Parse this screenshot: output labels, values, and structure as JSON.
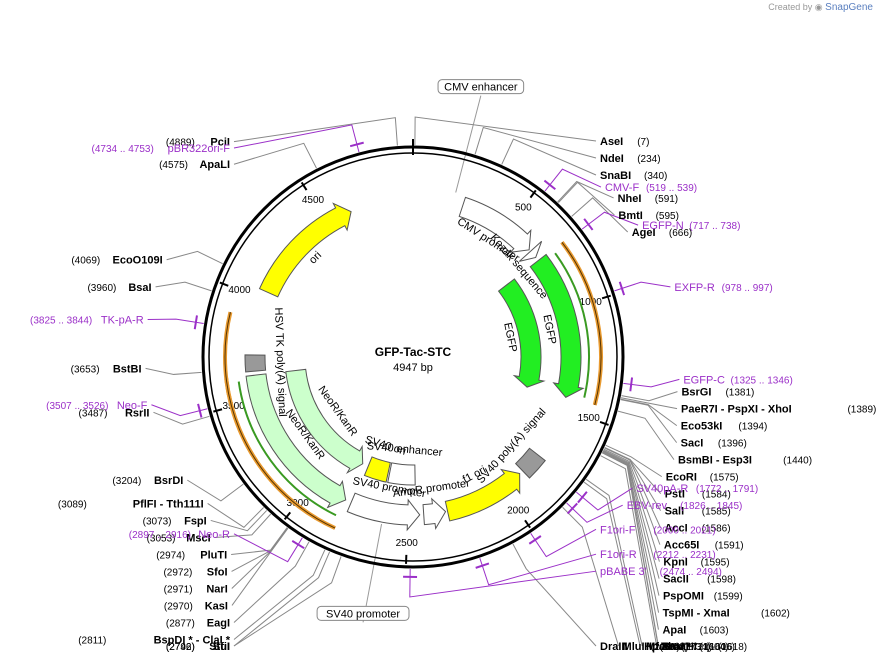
{
  "watermark": {
    "prefix": "Created by",
    "brand": "SnapGene"
  },
  "plasmid": {
    "name": "GFP-Tac-STC",
    "size_label": "4947 bp",
    "length": 4947
  },
  "ticks": [
    500,
    1000,
    1500,
    2000,
    2500,
    3000,
    3500,
    4000,
    4500
  ],
  "features": [
    {
      "id": "cmv-enhancer",
      "label": "CMV enhancer",
      "kind": "boxlabel",
      "pos": 200
    },
    {
      "id": "sv40-promoter",
      "label": "SV40 promoter",
      "kind": "boxlabel",
      "pos": 2620
    }
  ],
  "arc_features": [
    {
      "name": "CMV promoter",
      "start": 250,
      "end": 650,
      "dir": 1,
      "color": "#ffffff",
      "ring": 0
    },
    {
      "name": "Kozak sequence",
      "start": 660,
      "end": 700,
      "dir": 1,
      "color": "#ffffff",
      "ring": 0
    },
    {
      "name": "EGFP",
      "start": 720,
      "end": 1440,
      "dir": 1,
      "color": "#22ee22",
      "ring": 1
    },
    {
      "name": "EGFP",
      "start": 720,
      "end": 1440,
      "dir": 1,
      "color": "#22ee22",
      "ring": 0
    },
    {
      "name": "SV40 poly(A) signal",
      "start": 1760,
      "end": 1870,
      "dir": 0,
      "color": "#999999",
      "ring": 0
    },
    {
      "name": "f1 ori",
      "start": 1890,
      "end": 2300,
      "dir": -1,
      "color": "#ffff00",
      "ring": 0
    },
    {
      "name": "AmpR promoter",
      "start": 2310,
      "end": 2420,
      "dir": -1,
      "color": "#ffffff",
      "ring": 0
    },
    {
      "name": "SV40 promoter",
      "start": 2440,
      "end": 2790,
      "dir": -1,
      "color": "#ffffff",
      "ring": 0
    },
    {
      "name": "SV40 ori",
      "start": 2640,
      "end": 2780,
      "dir": 0,
      "color": "#ffff00",
      "ring": 1
    },
    {
      "name": "SV40 enhancer",
      "start": 2460,
      "end": 2630,
      "dir": 0,
      "color": "#ffffff",
      "ring": 1
    },
    {
      "name": "NeoR/KanR",
      "start": 2820,
      "end": 3620,
      "dir": -1,
      "color": "#ccffcc",
      "ring": 0
    },
    {
      "name": "NeoR/KanR",
      "start": 2820,
      "end": 3620,
      "dir": -1,
      "color": "#ccffcc",
      "ring": 1
    },
    {
      "name": "HSV TK poly(A) signal",
      "start": 3640,
      "end": 3720,
      "dir": 0,
      "color": "#999999",
      "ring": 0
    },
    {
      "name": "ori",
      "start": 4040,
      "end": 4630,
      "dir": 1,
      "color": "#ffff00",
      "ring": 0
    }
  ],
  "orange_arcs": [
    {
      "start": 720,
      "end": 1440
    },
    {
      "start": 2810,
      "end": 3620
    },
    {
      "start": 2900,
      "end": 3900
    }
  ],
  "green_lines": [
    {
      "start": 740,
      "end": 1420
    },
    {
      "start": 2830,
      "end": 3600
    }
  ],
  "enzymes_right": [
    {
      "name": "AseI",
      "pos_label": "(7)",
      "pos": 7
    },
    {
      "name": "NdeI",
      "pos_label": "(234)",
      "pos": 234
    },
    {
      "name": "SnaBI",
      "pos_label": "(340)",
      "pos": 340
    },
    {
      "name": "NheI",
      "pos_label": "(591)",
      "pos": 591
    },
    {
      "name": "BmtI",
      "pos_label": "(595)",
      "pos": 595
    },
    {
      "name": "AgeI",
      "pos_label": "(666)",
      "pos": 666
    },
    {
      "name": "BsrGI",
      "pos_label": "(1381)",
      "pos": 1381
    },
    {
      "name": "PaeR7I  - PspXI  - XhoI",
      "pos_label": "(1389)",
      "pos": 1389
    },
    {
      "name": "Eco53kI",
      "pos_label": "(1394)",
      "pos": 1394
    },
    {
      "name": "SacI",
      "pos_label": "(1396)",
      "pos": 1396
    },
    {
      "name": "BsmBI  - Esp3I",
      "pos_label": "(1440)",
      "pos": 1440
    },
    {
      "name": "EcoRI",
      "pos_label": "(1575)",
      "pos": 1575
    },
    {
      "name": "PstI",
      "pos_label": "(1584)",
      "pos": 1584
    },
    {
      "name": "SalI",
      "pos_label": "(1585)",
      "pos": 1585
    },
    {
      "name": "AccI",
      "pos_label": "(1586)",
      "pos": 1586
    },
    {
      "name": "Acc65I",
      "pos_label": "(1591)",
      "pos": 1591
    },
    {
      "name": "KpnI",
      "pos_label": "(1595)",
      "pos": 1595
    },
    {
      "name": "SacII",
      "pos_label": "(1598)",
      "pos": 1598
    },
    {
      "name": "PspOMI",
      "pos_label": "(1599)",
      "pos": 1599
    },
    {
      "name": "TspMI  - XmaI",
      "pos_label": "(1602)",
      "pos": 1602
    },
    {
      "name": "ApaI",
      "pos_label": "(1603)",
      "pos": 1603
    },
    {
      "name": "SmaI",
      "pos_label": "(1604)",
      "pos": 1604
    },
    {
      "name": "BamHI",
      "pos_label": "(1606)",
      "pos": 1606
    },
    {
      "name": "XbaI  *",
      "pos_label": "(1618)",
      "pos": 1618
    },
    {
      "name": "MfeI",
      "pos_label": "(1721)",
      "pos": 1721
    },
    {
      "name": "HpaI",
      "pos_label": "(1734)",
      "pos": 1734
    },
    {
      "name": "MluI",
      "pos_label": "(1857)",
      "pos": 1857
    },
    {
      "name": "DraIII",
      "pos_label": "(2087)",
      "pos": 2087
    }
  ],
  "enzymes_left": [
    {
      "name": "PciI",
      "pos_label": "(4889)",
      "pos": 4889
    },
    {
      "name": "ApaLI",
      "pos_label": "(4575)",
      "pos": 4575
    },
    {
      "name": "EcoO109I",
      "pos_label": "(4069)",
      "pos": 4069
    },
    {
      "name": "BsaI",
      "pos_label": "(3960)",
      "pos": 3960
    },
    {
      "name": "BstBI",
      "pos_label": "(3653)",
      "pos": 3653
    },
    {
      "name": "RsrII",
      "pos_label": "(3487)",
      "pos": 3487
    },
    {
      "name": "BsrDI",
      "pos_label": "(3204)",
      "pos": 3204
    },
    {
      "name": "PflFI  - Tth111I",
      "pos_label": "(3089)",
      "pos": 3089
    },
    {
      "name": "FspI",
      "pos_label": "(3073)",
      "pos": 3073
    },
    {
      "name": "MscI",
      "pos_label": "(3053)",
      "pos": 3053
    },
    {
      "name": "PluTI",
      "pos_label": "(2974)",
      "pos": 2974
    },
    {
      "name": "SfoI",
      "pos_label": "(2972)",
      "pos": 2972
    },
    {
      "name": "NarI",
      "pos_label": "(2971)",
      "pos": 2971
    },
    {
      "name": "KasI",
      "pos_label": "(2970)",
      "pos": 2970
    },
    {
      "name": "EagI",
      "pos_label": "(2877)",
      "pos": 2877
    },
    {
      "name": "BspDI *  - ClaI *",
      "pos_label": "(2811)",
      "pos": 2811
    },
    {
      "name": "StuI",
      "pos_label": "(2792)",
      "pos": 2792
    },
    {
      "name": "SfiI",
      "pos_label": "(2746)",
      "pos": 2746
    }
  ],
  "primers": [
    {
      "name": "pBR322ori-F",
      "range": "(4734 .. 4753)",
      "pos": 4744,
      "side": "left"
    },
    {
      "name": "CMV-F",
      "range": "(519 .. 539)",
      "pos": 529,
      "side": "right"
    },
    {
      "name": "EGFP-N",
      "range": "(717 .. 738)",
      "pos": 727,
      "side": "right"
    },
    {
      "name": "EXFP-R",
      "range": "(978 .. 997)",
      "pos": 987,
      "side": "right"
    },
    {
      "name": "EGFP-C",
      "range": "(1325 .. 1346)",
      "pos": 1335,
      "side": "right"
    },
    {
      "name": "TK-pA-R",
      "range": "(3825 .. 3844)",
      "pos": 3835,
      "side": "left"
    },
    {
      "name": "Neo-F",
      "range": "(3507 .. 3526)",
      "pos": 3516,
      "side": "left"
    },
    {
      "name": "Neo-R",
      "range": "(2897 .. 2916)",
      "pos": 2906,
      "side": "left"
    },
    {
      "name": "SV40pA-R",
      "range": "(1772 .. 1791)",
      "pos": 1781,
      "side": "right"
    },
    {
      "name": "EBV-rev",
      "range": "(1826 .. 1845)",
      "pos": 1835,
      "side": "right"
    },
    {
      "name": "F1ori-F",
      "range": "(2000 .. 2021)",
      "pos": 2010,
      "side": "right"
    },
    {
      "name": "F1ori-R",
      "range": "(2212 .. 2231)",
      "pos": 2221,
      "side": "right"
    },
    {
      "name": "pBABE 3'",
      "range": "(2474 .. 2494)",
      "pos": 2484,
      "side": "right"
    }
  ]
}
